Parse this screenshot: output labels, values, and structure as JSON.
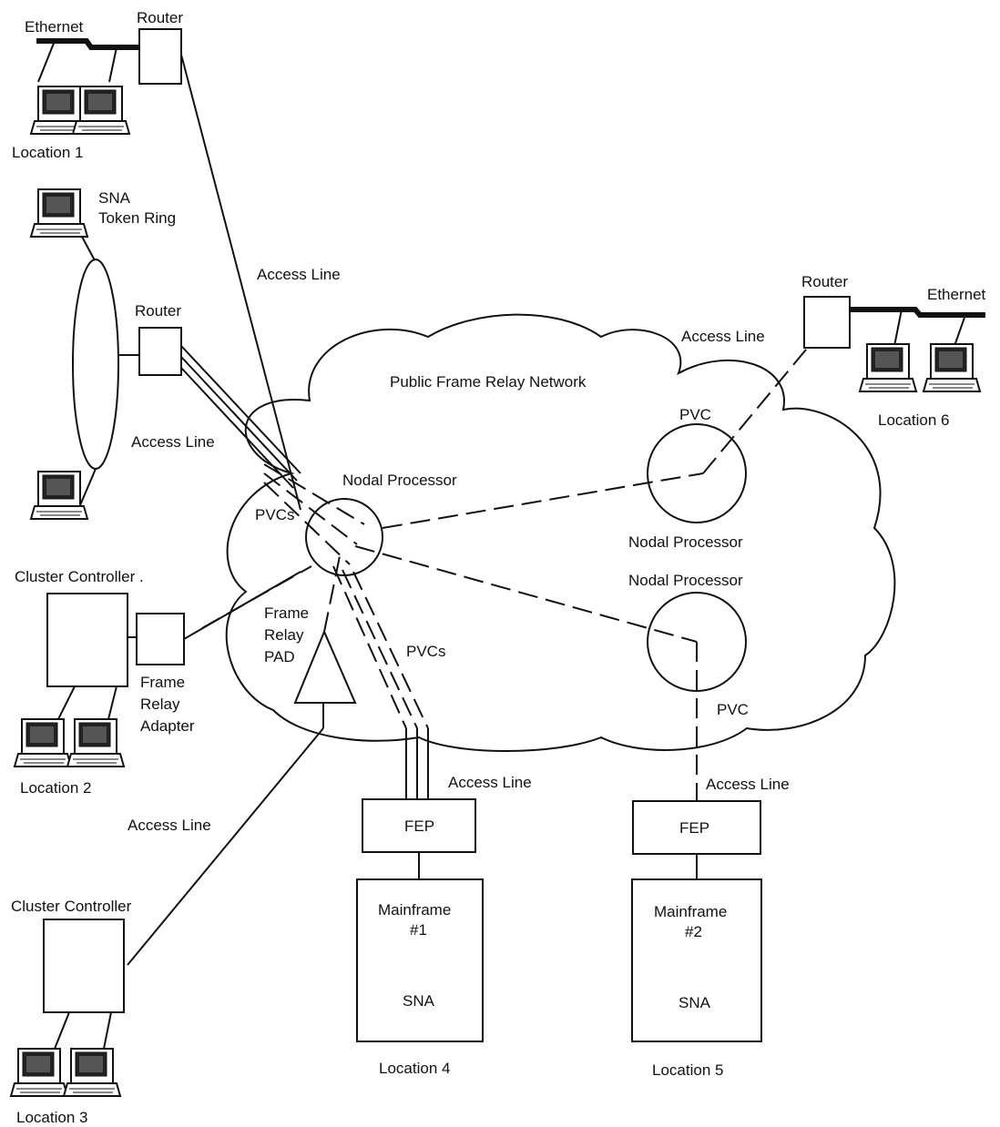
{
  "title": "",
  "cloud": {
    "label": "Public Frame Relay Network"
  },
  "network": {
    "ethernet_left": "Ethernet",
    "ethernet_right": "Ethernet",
    "router_1": "Router",
    "router_2": "Router",
    "router_6": "Router",
    "sna_token_ring_line1": "SNA",
    "sna_token_ring_line2": "Token Ring",
    "access_line_1": "Access Line",
    "access_line_2": "Access Line",
    "access_line_3": "Access Line",
    "access_line_4": "Access Line",
    "access_line_5": "Access Line",
    "access_line_6": "Access Line",
    "pvcs_left": "PVCs",
    "pvcs_bottom": "PVCs",
    "pvc_top": "PVC",
    "pvc_bottom": "PVC",
    "nodal_processor_center": "Nodal Processor",
    "nodal_processor_right_top": "Nodal Processor",
    "nodal_processor_right_bottom": "Nodal Processor",
    "cluster_controller_2": "Cluster Controller .",
    "cluster_controller_3": "Cluster Controller",
    "frame_relay_adapter_l1": "Frame",
    "frame_relay_adapter_l2": "Relay",
    "frame_relay_adapter_l3": "Adapter",
    "frame_relay_pad_l1": "Frame",
    "frame_relay_pad_l2": "Relay",
    "frame_relay_pad_l3": "PAD",
    "fep_4": "FEP",
    "fep_5": "FEP",
    "mainframe_1_l1": "Mainframe",
    "mainframe_1_l2": "#1",
    "mainframe_1_sna": "SNA",
    "mainframe_2_l1": "Mainframe",
    "mainframe_2_l2": "#2",
    "mainframe_2_sna": "SNA"
  },
  "locations": {
    "location_1": "Location 1",
    "location_2": "Location 2",
    "location_3": "Location 3",
    "location_4": "Location 4",
    "location_5": "Location 5",
    "location_6": "Location 6"
  }
}
